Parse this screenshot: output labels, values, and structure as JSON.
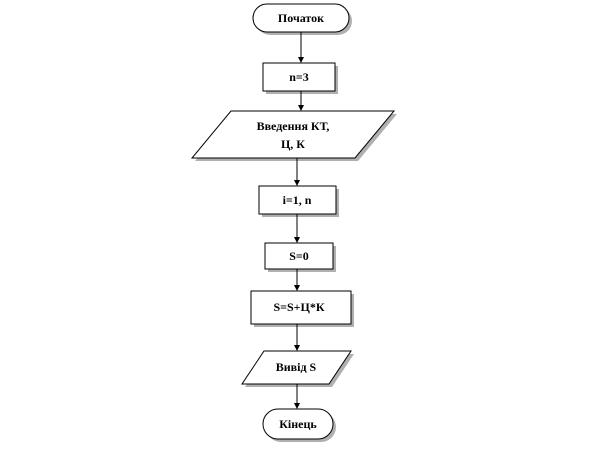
{
  "flowchart": {
    "start": "Початок",
    "assign_n": "n=3",
    "input_line1": "Введення КТ,",
    "input_line2": "Ц, К",
    "loop": "i=1, n",
    "init_s": "S=0",
    "accumulate": "S=S+Ц*К",
    "output": "Вивід S",
    "end": "Кінець"
  },
  "colors": {
    "stroke": "#000000",
    "fill": "#ffffff",
    "shadow": "#b0b0b0"
  }
}
